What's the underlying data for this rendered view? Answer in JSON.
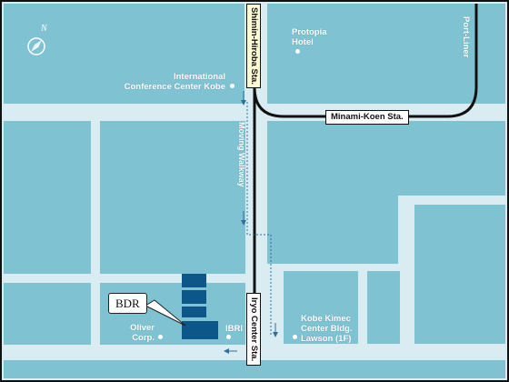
{
  "map": {
    "colors": {
      "sea": "#7fc3d3",
      "road": "#d8ecf1",
      "line": "#111111",
      "building": "#0d5689",
      "label": "#ffffff"
    },
    "stations": {
      "shimin_hiroba": "Shimin-Hiroba Sta.",
      "minami_koen": "Minami-Koen Sta.",
      "iryo_center": "Iryo Center Sta."
    },
    "line_name": "Port-Liner",
    "moving_walkway": "Moving Walkway",
    "places": {
      "protopia_hotel": [
        "Protopia",
        "Hotel"
      ],
      "intl_conference": [
        "International",
        "Conference Center Kobe"
      ],
      "kobe_kimec": [
        "Kobe Kimec",
        "Center Bldg.",
        "Lawson (1F)"
      ],
      "oliver": [
        "Oliver",
        "Corp."
      ],
      "ibri": "IBRI"
    },
    "callout": "BDR",
    "compass": {
      "north_label": "N",
      "icon": "compass-icon"
    }
  }
}
